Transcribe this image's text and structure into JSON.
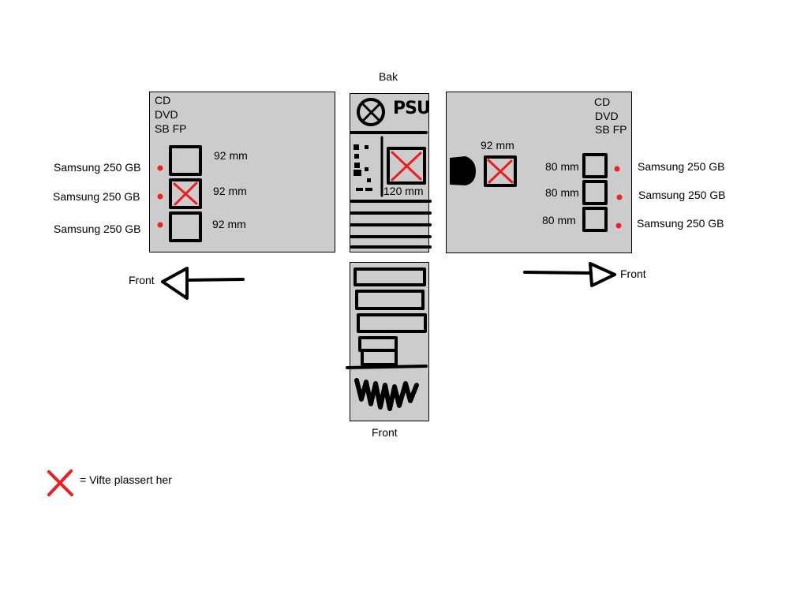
{
  "diagram": {
    "top_label": "Bak",
    "left_view": {
      "drives": [
        "CD",
        "DVD",
        "SB FP"
      ],
      "fans": [
        {
          "size": "92 mm",
          "has_fan": false
        },
        {
          "size": "92 mm",
          "has_fan": true
        },
        {
          "size": "92 mm",
          "has_fan": false
        }
      ],
      "disks": [
        "Samsung 250 GB",
        "Samsung 250 GB",
        "Samsung 250 GB"
      ],
      "direction_label": "Front"
    },
    "center_view": {
      "psu_label": "PSU",
      "rear_fan": {
        "size": "120 mm",
        "has_fan": true
      },
      "bottom_label": "Front"
    },
    "right_view": {
      "drives": [
        "CD",
        "DVD",
        "SB FP"
      ],
      "side_fan": {
        "size": "92 mm",
        "has_fan": true
      },
      "fans": [
        {
          "size": "80 mm",
          "has_fan": false
        },
        {
          "size": "80 mm",
          "has_fan": false
        },
        {
          "size": "80 mm",
          "has_fan": false
        }
      ],
      "disks": [
        "Samsung 250 GB",
        "Samsung 250 GB",
        "Samsung 250 GB"
      ],
      "direction_label": "Front"
    },
    "legend": {
      "text": "= Vifte plassert her"
    },
    "colors": {
      "panel": "#cccccc",
      "fan_marker": "#ee1c1c",
      "disk_dot": "#ee2222",
      "ink": "#000000"
    }
  }
}
